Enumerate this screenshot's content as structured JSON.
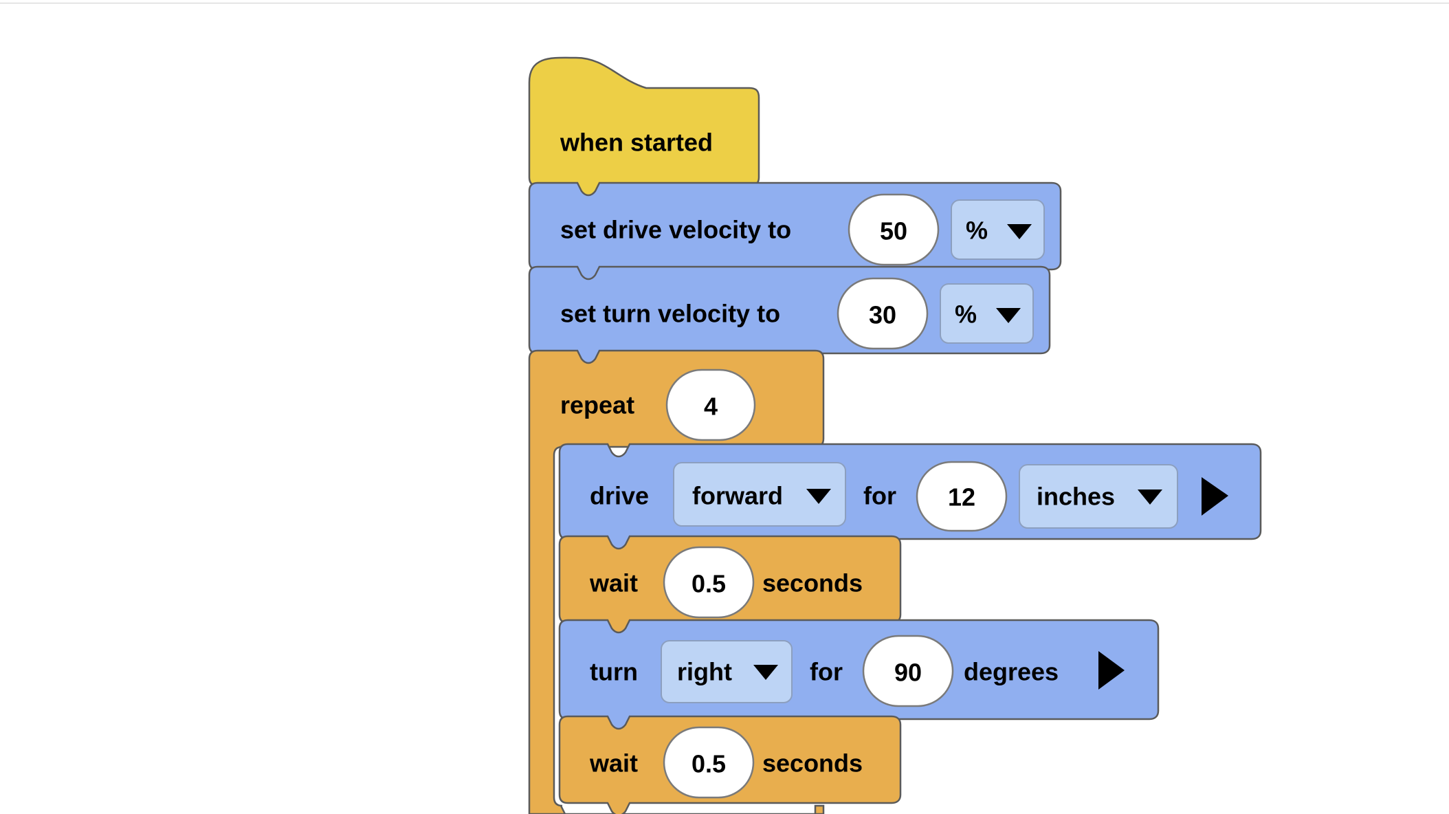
{
  "app": {
    "kind": "block-programming-workspace",
    "background": "#ffffff"
  },
  "palette": {
    "event_yellow": "#EDCF46",
    "motion_blue": "#90AFF0",
    "control_orange": "#E8AE4E",
    "field_light_blue": "#BDD4F5",
    "oval_white": "#FFFFFF",
    "outline_gray": "#5A5A5A",
    "text_black": "#000000",
    "top_rule": "#CFCFCF"
  },
  "program": {
    "hat": {
      "label": "when started",
      "category": "event"
    },
    "blocks": [
      {
        "id": "set-drive-velocity",
        "category": "motion",
        "label_before": "set drive velocity to",
        "value": "50",
        "unit": "%",
        "unit_dropdown": true,
        "arrow_icon": "chevron-down-icon"
      },
      {
        "id": "set-turn-velocity",
        "category": "motion",
        "label_before": "set turn velocity to",
        "value": "30",
        "unit": "%",
        "unit_dropdown": true,
        "arrow_icon": "chevron-down-icon"
      },
      {
        "id": "repeat",
        "category": "control",
        "label_before": "repeat",
        "value": "4",
        "is_c_block": true,
        "children": [
          {
            "id": "drive-forward",
            "category": "motion",
            "label_before": "drive",
            "direction": "forward",
            "label_mid": "for",
            "value": "12",
            "unit": "inches",
            "unit_dropdown": true,
            "has_play_arrow": true,
            "arrow_icon": "chevron-down-icon",
            "play_icon": "play-triangle-icon"
          },
          {
            "id": "wait-1",
            "category": "control",
            "label_before": "wait",
            "value": "0.5",
            "label_after": "seconds"
          },
          {
            "id": "turn-right",
            "category": "motion",
            "label_before": "turn",
            "direction": "right",
            "label_mid": "for",
            "value": "90",
            "label_after": "degrees",
            "has_play_arrow": true,
            "arrow_icon": "chevron-down-icon",
            "play_icon": "play-triangle-icon"
          },
          {
            "id": "wait-2",
            "category": "control",
            "label_before": "wait",
            "value": "0.5",
            "label_after": "seconds"
          }
        ]
      }
    ]
  }
}
